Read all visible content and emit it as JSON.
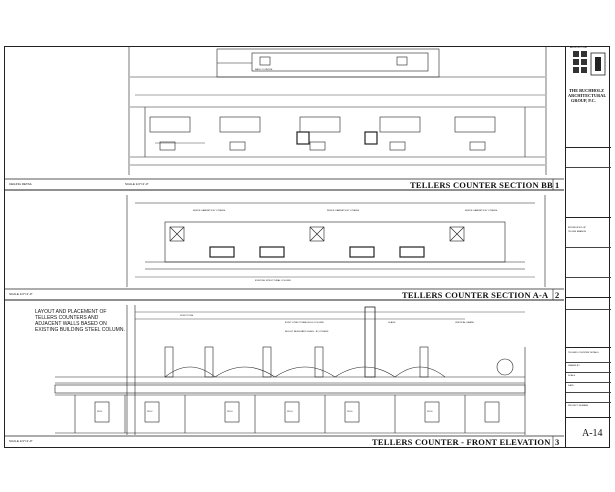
{
  "sections": [
    {
      "title": "TELLERS COUNTER SECTION BB",
      "number": "1",
      "left_label": "CEILING DETAIL",
      "scale": "SCALE 1/4\"=1'-0\""
    },
    {
      "title": "TELLERS COUNTER SECTION A-A",
      "number": "2",
      "left_label": "SCALE 1/4\"=1'-0\"",
      "scale": ""
    },
    {
      "title": "TELLERS COUNTER - FRONT ELEVATION",
      "number": "3",
      "left_label": "SCALE 1/4\"=1'-0\"",
      "scale": ""
    }
  ],
  "notes": {
    "layout_note": "LAYOUT AND PLACEMENT OF TELLERS COUNTERS AND ADJACENT WALLS BASED ON EXISTING BUILDING STEEL COLUMN."
  },
  "callouts": {
    "back_counter": "BACK COUNTER",
    "fence_cabinets_1": "FENCE CABINETS BY OTHERS",
    "fence_cabinets_2": "FENCE CABINETS BY OTHERS",
    "fence_cabinets_3": "FENCE CABINETS BY OTHERS",
    "existing_column": "EXISTING STRUCTURAL COLUMN",
    "soffit_line": "SOFFIT LINE",
    "exist_column_elev": "EXIST. STRUCTURAL BLDG COLUMN",
    "bullet_glass": "BULLET RESISTANT GLASS - BY OTHERS",
    "glass": "GLASS",
    "vertical_grade": "VERTICAL GRADE"
  },
  "titleblock": {
    "firm_name_1": "THE BUCHHOLZ",
    "firm_name_2": "ARCHITECTURAL",
    "firm_name_3": "GROUP, P.C.",
    "firm_header": "ARCHITECTURE",
    "project_label": "INTERIOR FIT-UP",
    "project_sub": "TELLER BRANCH",
    "sheet_title": "TELLERS COUNTER DETAILS",
    "drawn_by_label": "DRAWN BY",
    "scale_label": "SCALE",
    "date_label": "DATE",
    "project_no_label": "PROJECT NUMBER",
    "sheet_number": "A-14"
  },
  "marks": [
    "PLD1",
    "PLD2",
    "PLD3",
    "PLD4",
    "PLD5",
    "PLD6"
  ]
}
